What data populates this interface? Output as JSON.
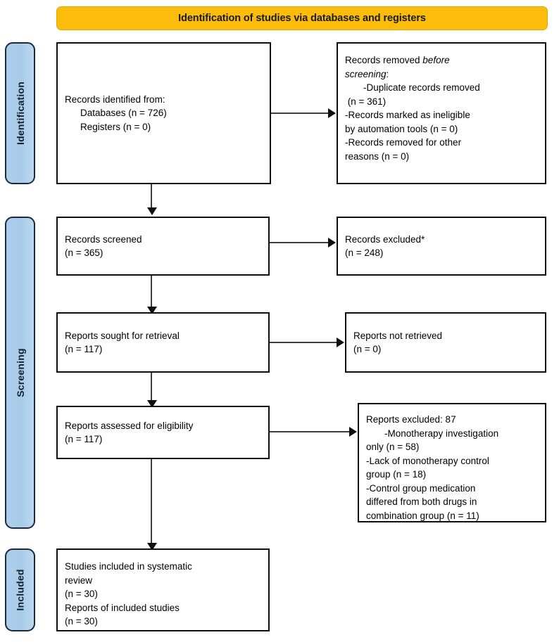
{
  "diagram": {
    "title": "Identification of studies via databases and registers",
    "colors": {
      "header_bg": "#FBBC0B",
      "stage_tab_bg": "#AECEEB",
      "stage_tab_border": "#1B2A3D",
      "box_border": "#0F0F0F",
      "connector": "#3D3D3D",
      "text": "#000000"
    }
  },
  "stages": {
    "identification": "Identification",
    "screening": "Screening",
    "included": "Included"
  },
  "boxes": {
    "records_identified": {
      "line1": "Records identified from:",
      "line2": "Databases (n = 726)",
      "line3": "Registers (n = 0)"
    },
    "records_removed": {
      "line1_plain": "Records removed ",
      "line1_italic": "before",
      "line2_italic": "screening",
      "line2_plain": ":",
      "line3": "-Duplicate records removed",
      "line4": " (n = 361)",
      "line5": "-Records marked as ineligible",
      "line6": "by automation tools (n = 0)",
      "line7": "-Records removed for other",
      "line8": "reasons (n = 0)"
    },
    "records_screened": {
      "line1": "Records screened",
      "line2": "(n = 365)"
    },
    "records_excluded": {
      "line1": "Records excluded*",
      "line2": "(n = 248)"
    },
    "reports_sought": {
      "line1": "Reports sought for retrieval",
      "line2": "(n = 117)"
    },
    "reports_not_retrieved": {
      "line1": "Reports not retrieved",
      "line2": "(n = 0)"
    },
    "reports_assessed": {
      "line1": "Reports assessed for eligibility",
      "line2": "(n = 117)"
    },
    "reports_excluded": {
      "line1": "Reports excluded: 87",
      "line2": "-Monotherapy investigation",
      "line3": "only (n = 58)",
      "line4": "-Lack of monotherapy control",
      "line5": "group (n = 18)",
      "line6": "-Control group medication",
      "line7": "differed from both drugs in",
      "line8": "combination group (n = 11)"
    },
    "studies_included": {
      "line1": "Studies included in systematic",
      "line2": "review",
      "line3": "(n = 30)",
      "line4": "Reports of included studies",
      "line5": "(n = 30)"
    }
  },
  "chart_data": {
    "type": "diagram",
    "title": "PRISMA 2020 flow diagram",
    "subtitle": "Identification of studies via databases and registers",
    "nodes": [
      {
        "id": "records_identified",
        "stage": "Identification",
        "label": "Records identified from: Databases (n = 726), Registers (n = 0)",
        "value": 726
      },
      {
        "id": "records_removed",
        "stage": "Identification",
        "label": "Records removed before screening",
        "value": 361
      },
      {
        "id": "records_screened",
        "stage": "Screening",
        "label": "Records screened",
        "value": 365
      },
      {
        "id": "records_excluded",
        "stage": "Screening",
        "label": "Records excluded*",
        "value": 248
      },
      {
        "id": "reports_sought",
        "stage": "Screening",
        "label": "Reports sought for retrieval",
        "value": 117
      },
      {
        "id": "reports_not_retrieved",
        "stage": "Screening",
        "label": "Reports not retrieved",
        "value": 0
      },
      {
        "id": "reports_assessed",
        "stage": "Screening",
        "label": "Reports assessed for eligibility",
        "value": 117
      },
      {
        "id": "reports_excluded",
        "stage": "Screening",
        "label": "Reports excluded",
        "value": 87
      },
      {
        "id": "studies_included",
        "stage": "Included",
        "label": "Studies included in systematic review",
        "value": 30
      }
    ],
    "edges": [
      {
        "from": "records_identified",
        "to": "records_removed",
        "direction": "right"
      },
      {
        "from": "records_identified",
        "to": "records_screened",
        "direction": "down"
      },
      {
        "from": "records_screened",
        "to": "records_excluded",
        "direction": "right"
      },
      {
        "from": "records_screened",
        "to": "reports_sought",
        "direction": "down"
      },
      {
        "from": "reports_sought",
        "to": "reports_not_retrieved",
        "direction": "right"
      },
      {
        "from": "reports_sought",
        "to": "reports_assessed",
        "direction": "down"
      },
      {
        "from": "reports_assessed",
        "to": "reports_excluded",
        "direction": "right"
      },
      {
        "from": "reports_assessed",
        "to": "studies_included",
        "direction": "down"
      }
    ],
    "exclusion_reasons": [
      {
        "reason": "Duplicate records removed",
        "n": 361
      },
      {
        "reason": "Records marked as ineligible by automation tools",
        "n": 0
      },
      {
        "reason": "Records removed for other reasons",
        "n": 0
      },
      {
        "reason": "Monotherapy investigation only",
        "n": 58
      },
      {
        "reason": "Lack of monotherapy control group",
        "n": 18
      },
      {
        "reason": "Control group medication differed from both drugs in combination group",
        "n": 11
      }
    ]
  }
}
